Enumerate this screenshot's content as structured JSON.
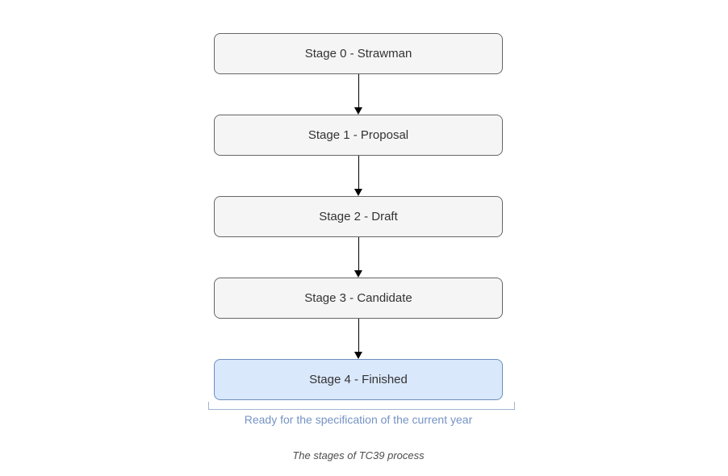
{
  "diagram": {
    "stages": [
      {
        "label": "Stage 0 - Strawman",
        "highlighted": false
      },
      {
        "label": "Stage 1 - Proposal",
        "highlighted": false
      },
      {
        "label": "Stage 2 - Draft",
        "highlighted": false
      },
      {
        "label": "Stage 3 - Candidate",
        "highlighted": false
      },
      {
        "label": "Stage 4 - Finished",
        "highlighted": true
      }
    ],
    "bracket_note": "Ready for the specification of the current year",
    "caption": "The stages of TC39 process",
    "colors": {
      "box_fill": "#f5f5f5",
      "box_border": "#666666",
      "highlight_fill": "#dae8fc",
      "highlight_border": "#6c8ebf",
      "note_text": "#7593c4",
      "bracket": "#9fb4d2",
      "arrow": "#000000",
      "caption_text": "#4d4d4d"
    }
  }
}
